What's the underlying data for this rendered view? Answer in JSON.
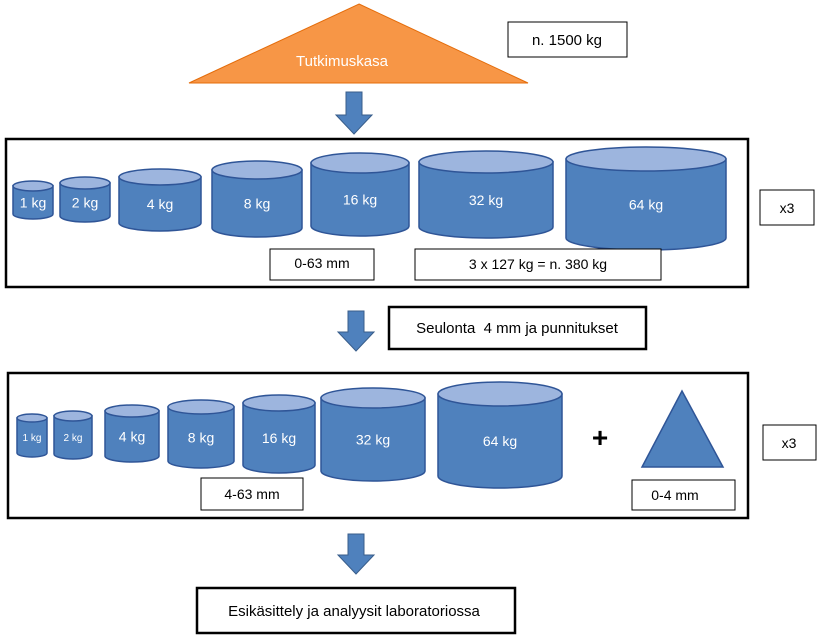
{
  "pile": {
    "label": "Tutkimuskasa",
    "amount": "n. 1500 kg",
    "color": "#F79646"
  },
  "stage1": {
    "containers": [
      "1 kg",
      "2 kg",
      "4 kg",
      "8 kg",
      "16 kg",
      "32 kg",
      "64 kg"
    ],
    "fraction": "0-63 mm",
    "total": "3 x 127 kg = n. 380 kg",
    "multiplier": "x3"
  },
  "step2": {
    "label": "Seulonta  4 mm ja punnitukset"
  },
  "stage2": {
    "containers": [
      "1 kg",
      "2 kg",
      "4 kg",
      "8 kg",
      "16 kg",
      "32 kg",
      "64 kg"
    ],
    "plus": "+",
    "fraction": "4-63 mm",
    "fine_fraction": "0-4 mm",
    "multiplier": "x3"
  },
  "final": {
    "label": "Esikäsittely ja analyysit laboratoriossa"
  },
  "colors": {
    "container": "#4F81BD",
    "container_top": "#9DB5DE",
    "container_stroke": "#2F5597",
    "arrow": "#4F81BD"
  }
}
